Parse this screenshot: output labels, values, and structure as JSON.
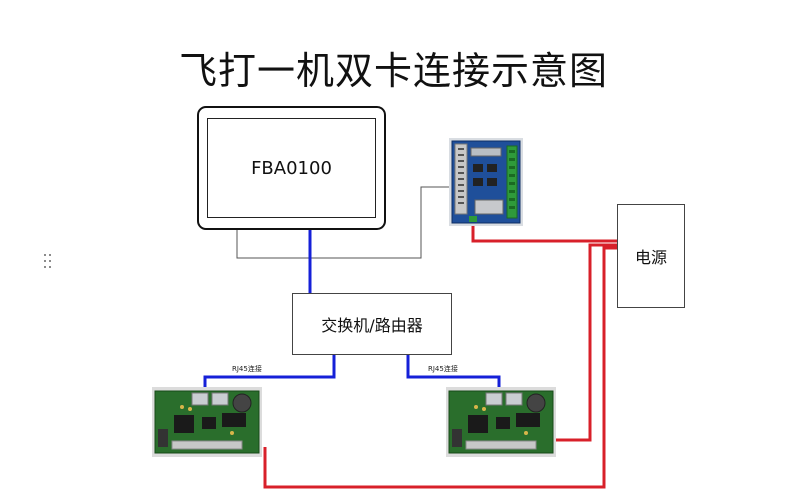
{
  "title": "飞打一机双卡连接示意图",
  "nodes": {
    "monitor": "FBA0100",
    "switch": "交换机/路由器",
    "power": "电源"
  },
  "links": {
    "rj45_left": "RJ45连接",
    "rj45_right": "RJ45连接"
  },
  "colors": {
    "ethernet": "#1520d8",
    "power": "#d8202a",
    "signal": "#555555"
  }
}
